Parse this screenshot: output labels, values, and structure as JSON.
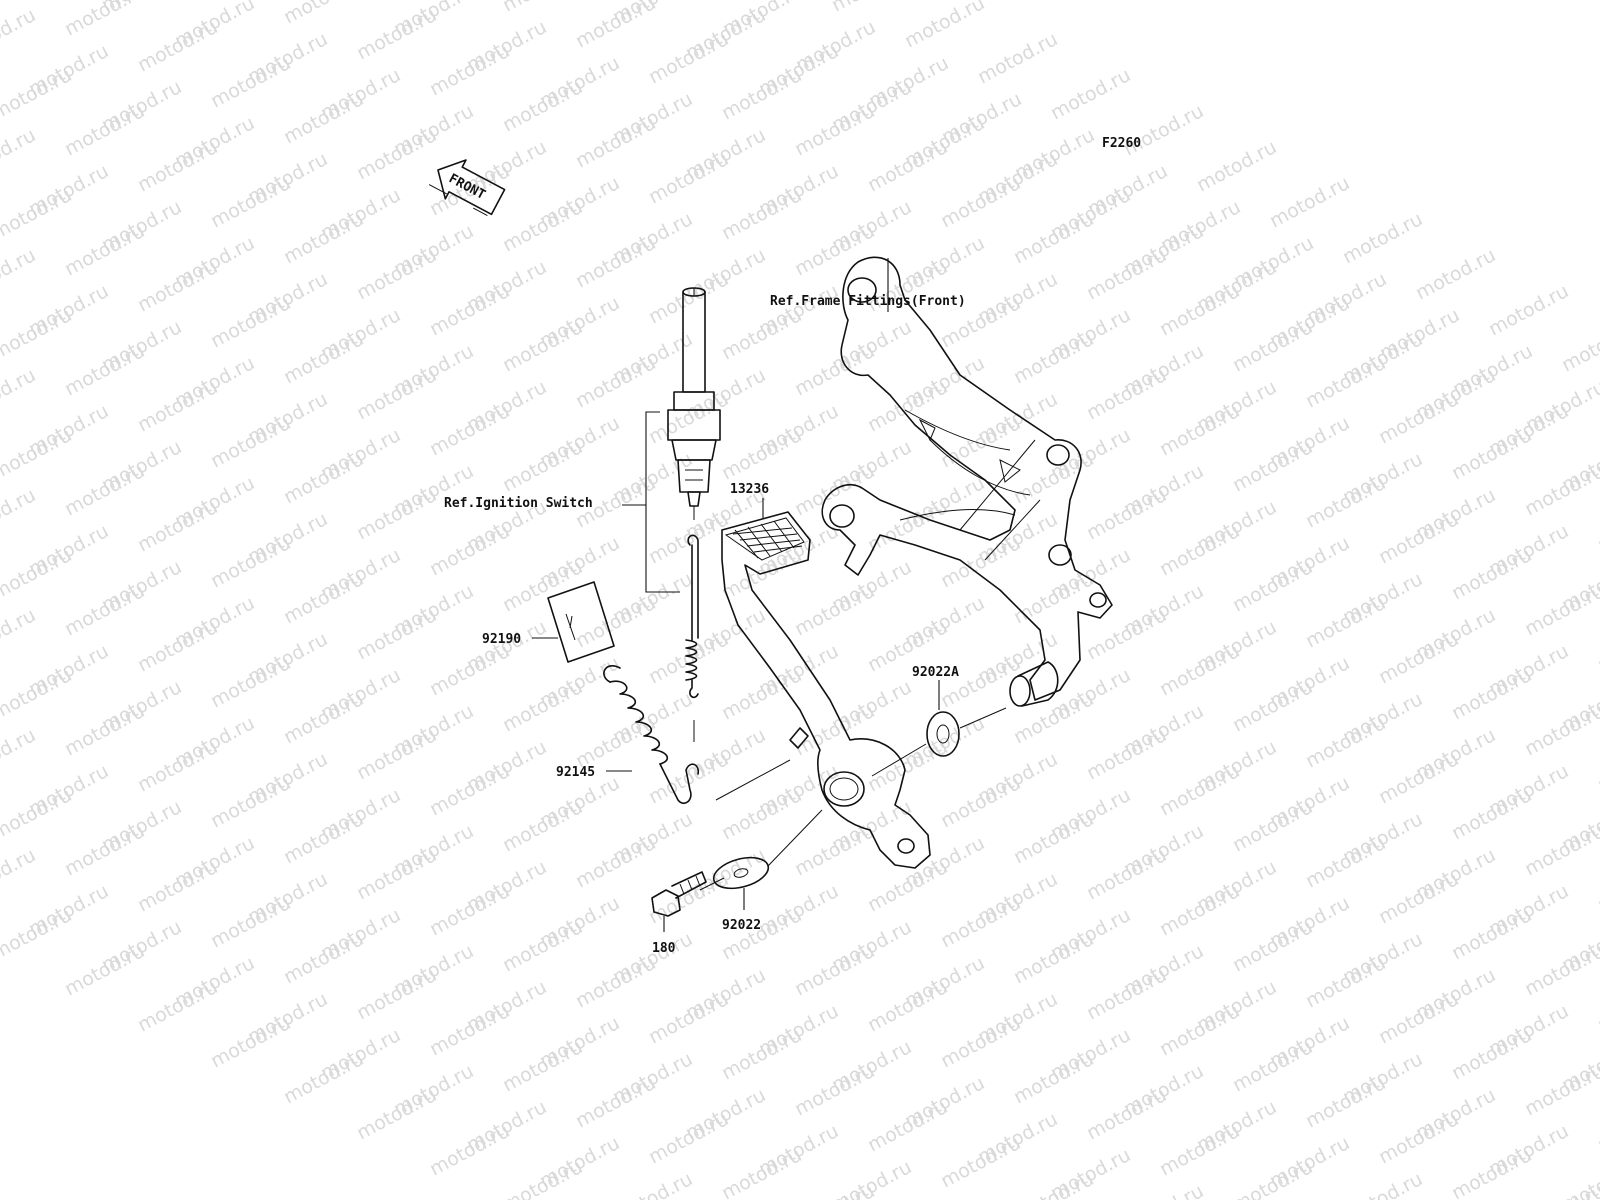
{
  "diagram": {
    "code": "F2260",
    "front_arrow": "FRONT",
    "watermark": "motod.ru",
    "labels": {
      "frame_ref": "Ref.Frame Fittings(Front)",
      "ignition_ref": "Ref.Ignition Switch",
      "pedal": "13236",
      "cover": "92190",
      "spring": "92145",
      "washer_a": "92022A",
      "washer": "92022",
      "bolt": "180"
    }
  }
}
